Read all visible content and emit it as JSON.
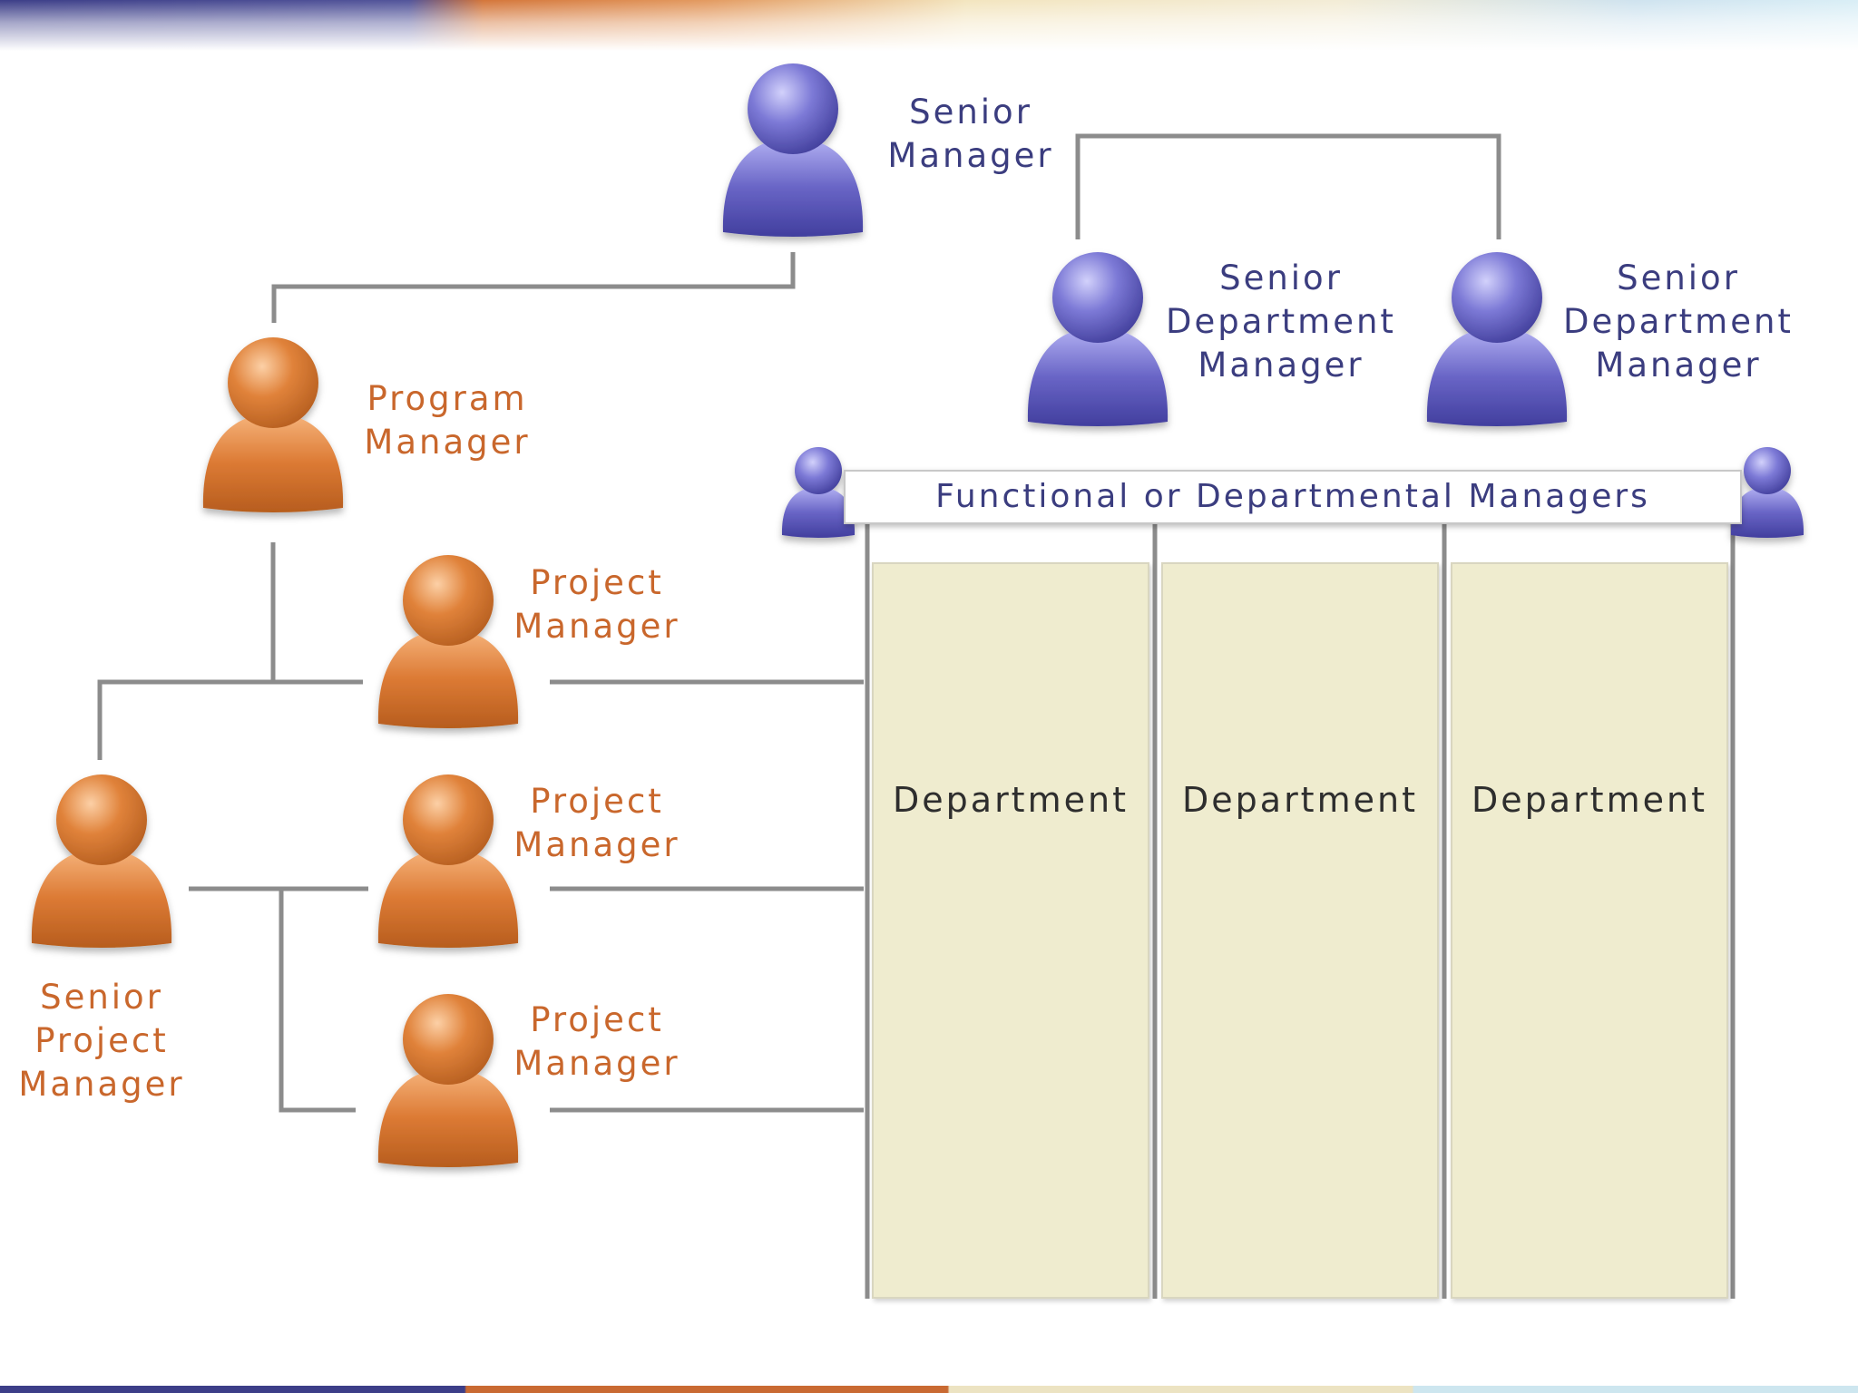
{
  "nodes": {
    "senior_manager": "Senior\nManager",
    "senior_dept_manager_1": "Senior\nDepartment\nManager",
    "senior_dept_manager_2": "Senior\nDepartment\nManager",
    "program_manager": "Program\nManager",
    "project_manager_1": "Project\nManager",
    "project_manager_2": "Project\nManager",
    "project_manager_3": "Project\nManager",
    "senior_project_manager": "Senior\nProject\nManager"
  },
  "functional_bar": "Functional or Departmental Managers",
  "departments": [
    "Department",
    "Department",
    "Department"
  ],
  "colors": {
    "purple_person": "#6a67c4",
    "orange_person": "#d9772f",
    "department_fill": "#efeccf",
    "purple_text": "#3b3d7f",
    "orange_text": "#c9672c"
  }
}
